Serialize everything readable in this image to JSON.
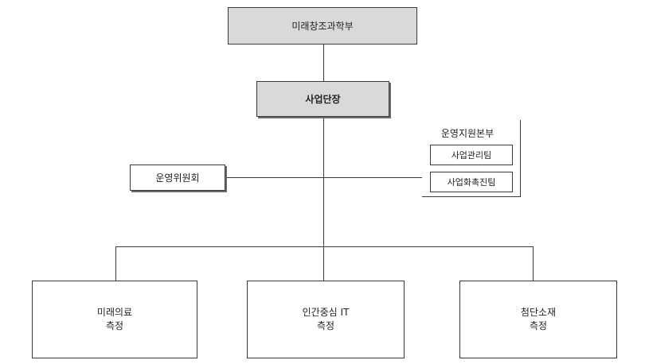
{
  "org": {
    "ministry": "미래창조과학부",
    "director": "사업단장",
    "committee": "운영위원회",
    "support": {
      "title": "운영지원본부",
      "teams": [
        "사업관리팀",
        "사업화촉진팀"
      ]
    },
    "divisions": [
      {
        "line1": "미래의료",
        "line2": "측정"
      },
      {
        "line1": "인간중심 IT",
        "line2": "측정"
      },
      {
        "line1": "첨단소재",
        "line2": "측정"
      }
    ]
  },
  "colors": {
    "header_fill": "#d9d9d9",
    "line": "#3a3a3a"
  }
}
